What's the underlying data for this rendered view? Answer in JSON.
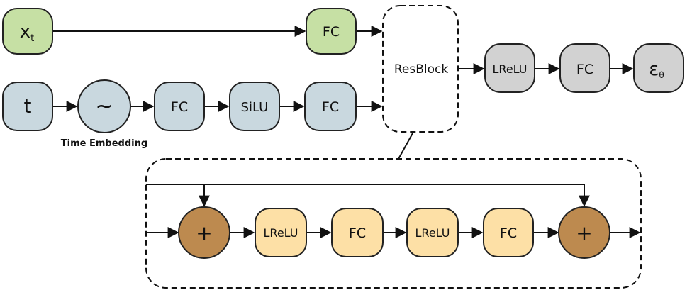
{
  "colors": {
    "green": "#c6e0a4",
    "blue": "#c9d8df",
    "gray": "#d2d2d2",
    "orange": "#fde0a6",
    "brown": "#bd8a4f"
  },
  "nodes": {
    "xt": "x",
    "xt_sub": "t",
    "fc_top": "FC",
    "t": "t",
    "tilde": "~",
    "time_embedding": "Time Embedding",
    "fc_1": "FC",
    "silu": "SiLU",
    "fc_2": "FC",
    "resblock": "ResBlock",
    "lrelu_out": "LReLU",
    "fc_out": "FC",
    "eps": "ε",
    "eps_sub": "θ",
    "plus_1": "+",
    "lrelu_1": "LReLU",
    "fc_res_1": "FC",
    "lrelu_2": "LReLU",
    "fc_res_2": "FC",
    "plus_2": "+"
  }
}
